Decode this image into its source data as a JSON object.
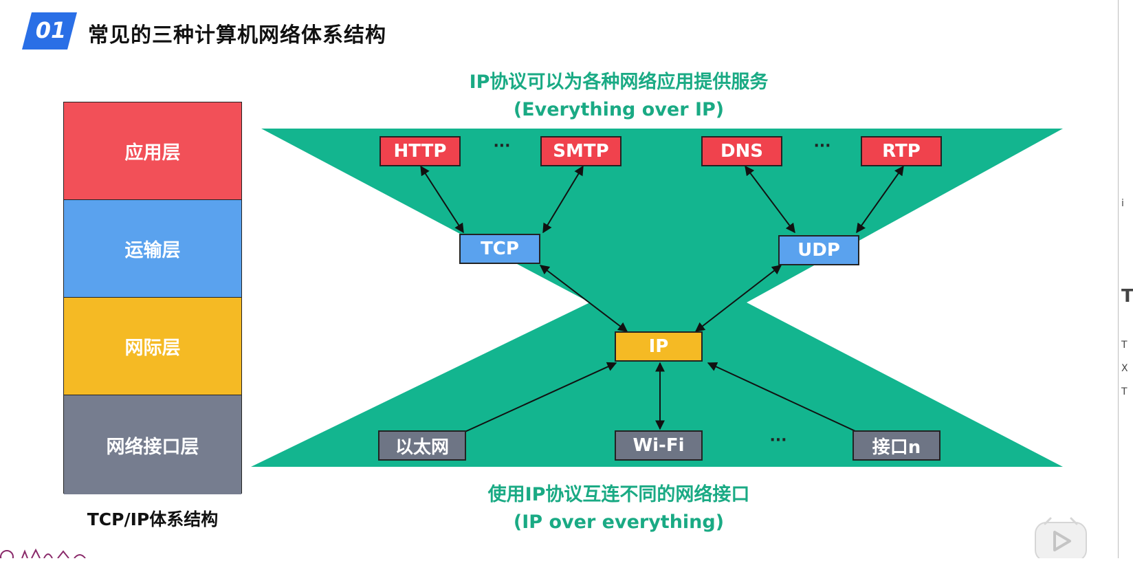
{
  "header": {
    "number": "01",
    "title": "常见的三种计算机网络体系结构",
    "badge_color": "#2a6fe6"
  },
  "stack": {
    "layers": [
      {
        "label": "应用层",
        "color": "#f25058"
      },
      {
        "label": "运输层",
        "color": "#5aa2ee"
      },
      {
        "label": "网际层",
        "color": "#f5ba24"
      },
      {
        "label": "网络接口层",
        "color": "#767d8f"
      }
    ],
    "caption": "TCP/IP体系结构"
  },
  "captions": {
    "top_line1": "IP协议可以为各种网络应用提供服务",
    "top_line2": "(Everything over IP)",
    "bottom_line1": "使用IP协议互连不同的网络接口",
    "bottom_line2": "(IP over everything)",
    "color": "#1aaa84"
  },
  "diagram": {
    "hourglass_color": "#13b58f",
    "app": [
      "HTTP",
      "SMTP",
      "DNS",
      "RTP"
    ],
    "app_ellipsis": "···",
    "transport": [
      "TCP",
      "UDP"
    ],
    "network": "IP",
    "link": [
      "以太网",
      "Wi-Fi",
      "接口n"
    ],
    "link_ellipsis": "···"
  },
  "colors": {
    "app": "#f0424d",
    "transport": "#5aa2ee",
    "network": "#f5ba24",
    "link": "#6e7585"
  }
}
